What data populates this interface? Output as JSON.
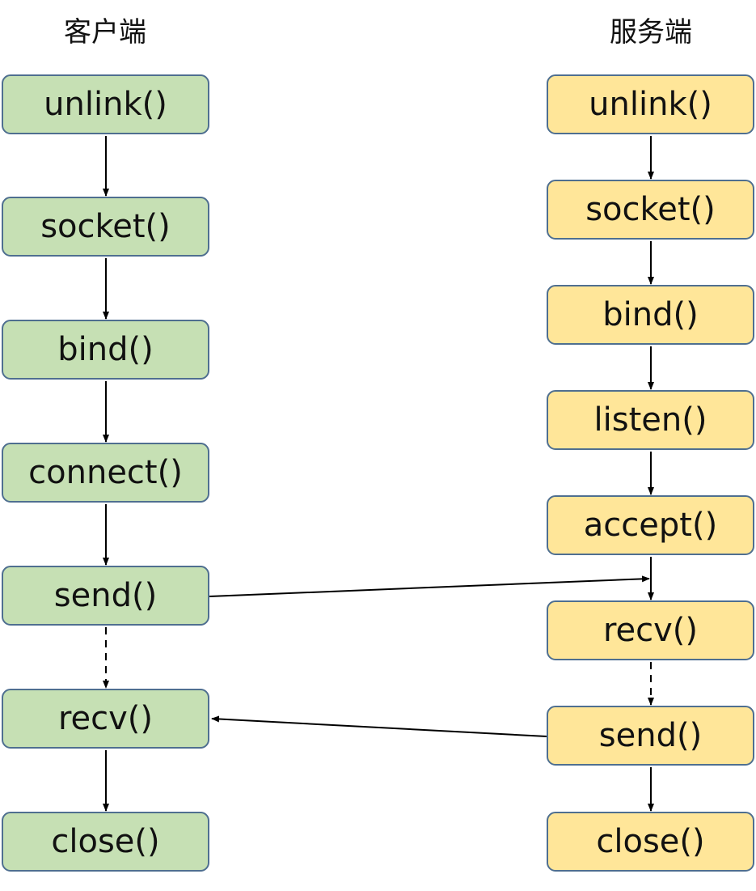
{
  "client": {
    "title": "客户端",
    "steps": [
      "unlink()",
      "socket()",
      "bind()",
      "connect()",
      "send()",
      "recv()",
      "close()"
    ]
  },
  "server": {
    "title": "服务端",
    "steps": [
      "unlink()",
      "socket()",
      "bind()",
      "listen()",
      "accept()",
      "recv()",
      "send()",
      "close()"
    ]
  },
  "colors": {
    "client_fill": "#c6e0b4",
    "server_fill": "#ffe699",
    "border": "#4f6f90",
    "arrow": "#000000"
  },
  "edges": [
    {
      "from": "client.steps.0",
      "to": "client.steps.1",
      "style": "solid"
    },
    {
      "from": "client.steps.1",
      "to": "client.steps.2",
      "style": "solid"
    },
    {
      "from": "client.steps.2",
      "to": "client.steps.3",
      "style": "solid"
    },
    {
      "from": "client.steps.3",
      "to": "client.steps.4",
      "style": "solid"
    },
    {
      "from": "client.steps.4",
      "to": "client.steps.5",
      "style": "dashed"
    },
    {
      "from": "client.steps.5",
      "to": "client.steps.6",
      "style": "solid"
    },
    {
      "from": "server.steps.0",
      "to": "server.steps.1",
      "style": "solid"
    },
    {
      "from": "server.steps.1",
      "to": "server.steps.2",
      "style": "solid"
    },
    {
      "from": "server.steps.2",
      "to": "server.steps.3",
      "style": "solid"
    },
    {
      "from": "server.steps.3",
      "to": "server.steps.4",
      "style": "solid"
    },
    {
      "from": "server.steps.4",
      "to": "server.steps.5",
      "style": "solid"
    },
    {
      "from": "server.steps.5",
      "to": "server.steps.6",
      "style": "dashed"
    },
    {
      "from": "server.steps.6",
      "to": "server.steps.7",
      "style": "solid"
    },
    {
      "from": "client.steps.4",
      "to": "server.steps.4",
      "style": "solid"
    },
    {
      "from": "server.steps.6",
      "to": "client.steps.5",
      "style": "solid"
    }
  ]
}
